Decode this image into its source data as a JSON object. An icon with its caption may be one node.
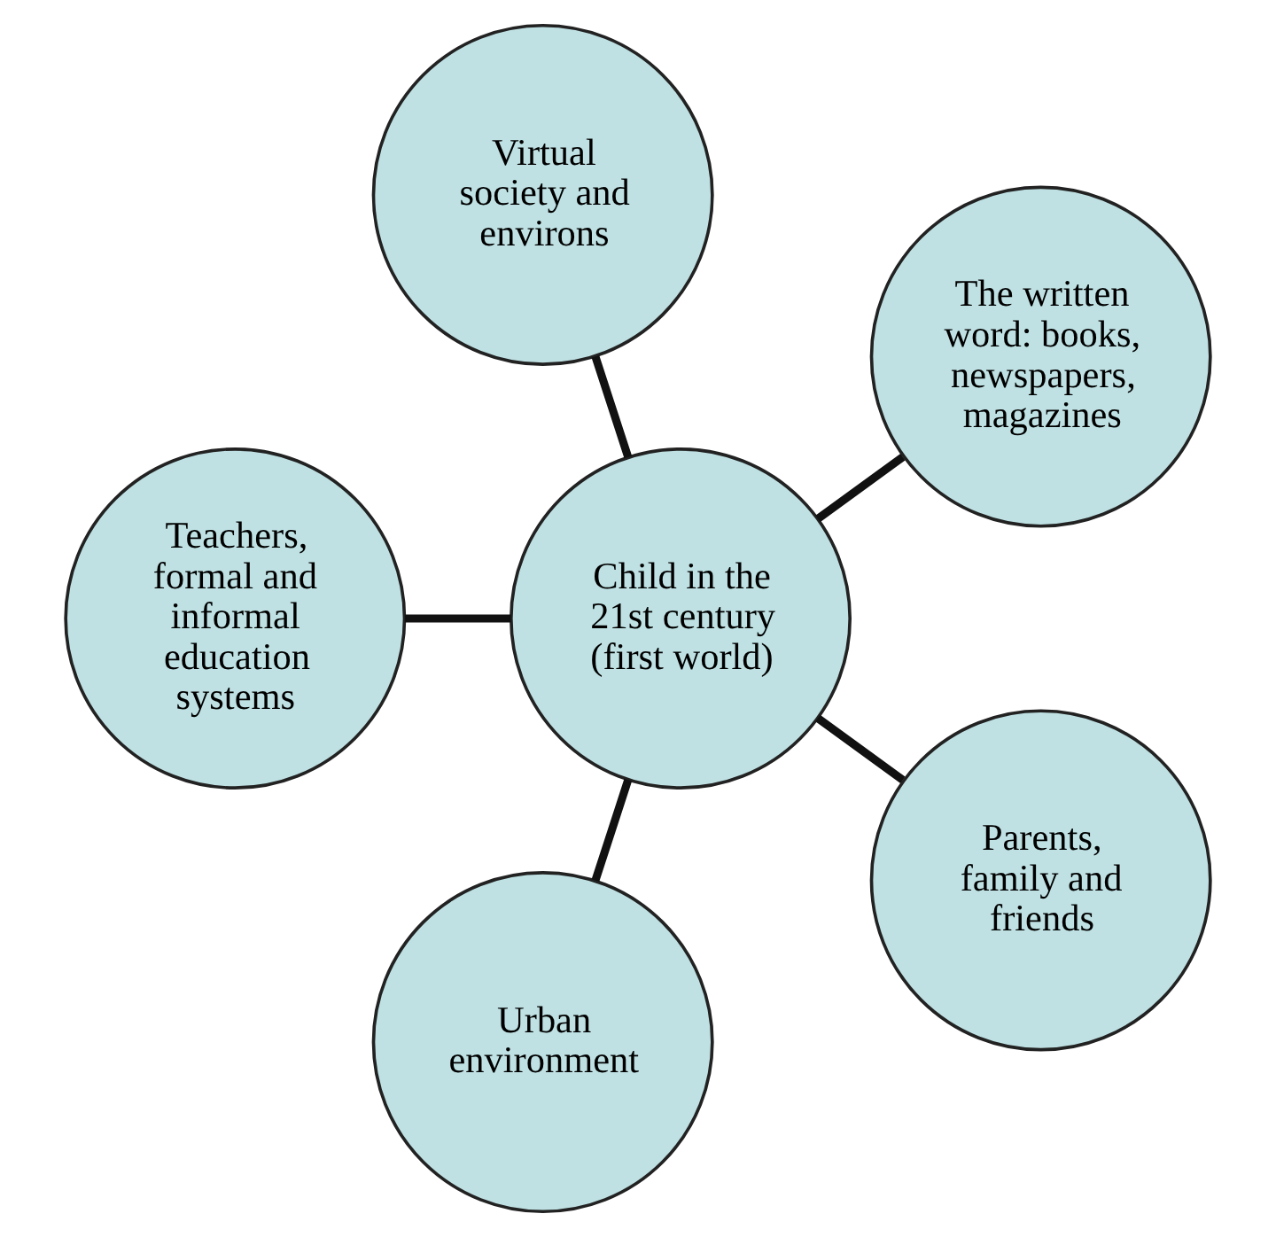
{
  "diagram": {
    "nodes": [
      {
        "text": [
          "Virtual society and environs"
        ]
      },
      {
        "text": [
          "Teachers, formal and informal education systems"
        ]
      },
      {
        "text": [
          "Child in the 21st century (first world)"
        ]
      },
      {
        "text": [
          "The written word: books, newspapers, magazines"
        ]
      },
      {
        "text": [
          "Urban environment"
        ]
      },
      {
        "text": [
          "Parents, family and friends"
        ]
      }
    ],
    "edges": [
      {
        "from": 2,
        "to": 0,
        "arrow": "none"
      },
      {
        "from": 2,
        "to": 3,
        "arrow": "none"
      },
      {
        "from": 2,
        "to": 5,
        "arrow": "none"
      },
      {
        "from": 2,
        "to": 4,
        "arrow": "none"
      },
      {
        "from": 2,
        "to": 1,
        "arrow": "none"
      }
    ]
  }
}
